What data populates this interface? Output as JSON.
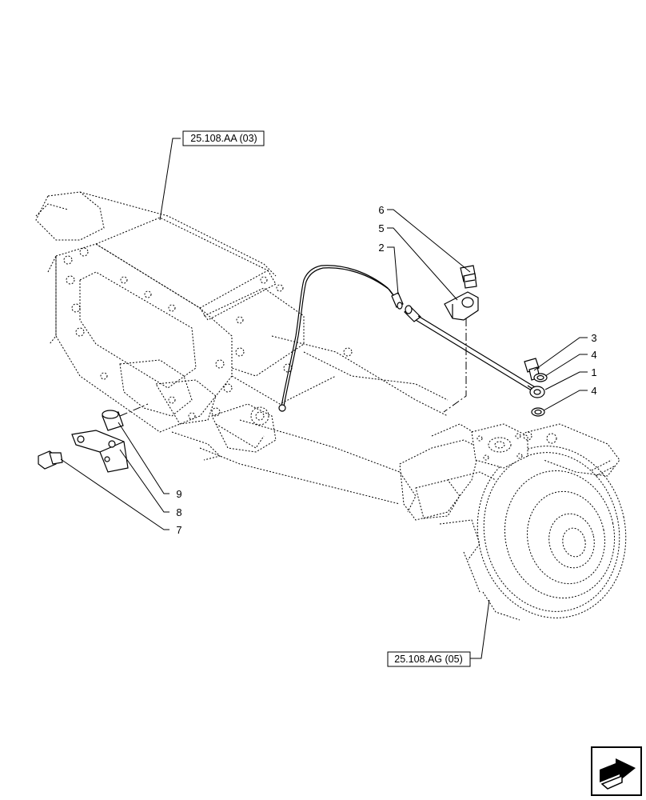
{
  "references": {
    "top": "25.108.AA (03)",
    "bottom": "25.108.AG (05)"
  },
  "callouts": [
    {
      "id": "c6",
      "label": "6"
    },
    {
      "id": "c5",
      "label": "5"
    },
    {
      "id": "c2",
      "label": "2"
    },
    {
      "id": "c3",
      "label": "3"
    },
    {
      "id": "c4a",
      "label": "4"
    },
    {
      "id": "c1",
      "label": "1"
    },
    {
      "id": "c4b",
      "label": "4"
    },
    {
      "id": "c9",
      "label": "9"
    },
    {
      "id": "c8",
      "label": "8"
    },
    {
      "id": "c7",
      "label": "7"
    }
  ],
  "icons": {
    "corner": "next-page-arrow-icon"
  }
}
